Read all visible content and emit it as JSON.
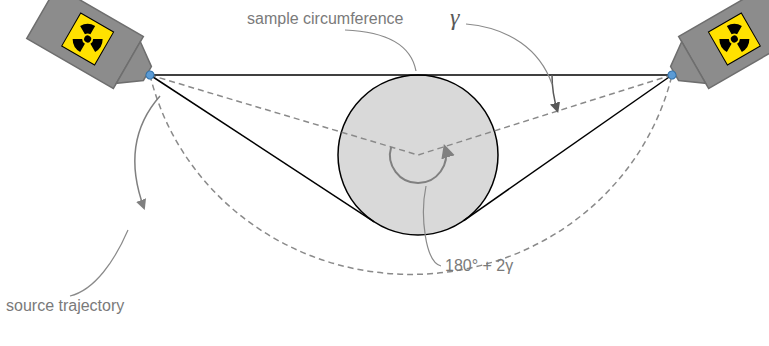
{
  "diagram": {
    "labels": [
      "sample circumference",
      "γ",
      "180° + 2γ",
      "source trajectory"
    ]
  }
}
